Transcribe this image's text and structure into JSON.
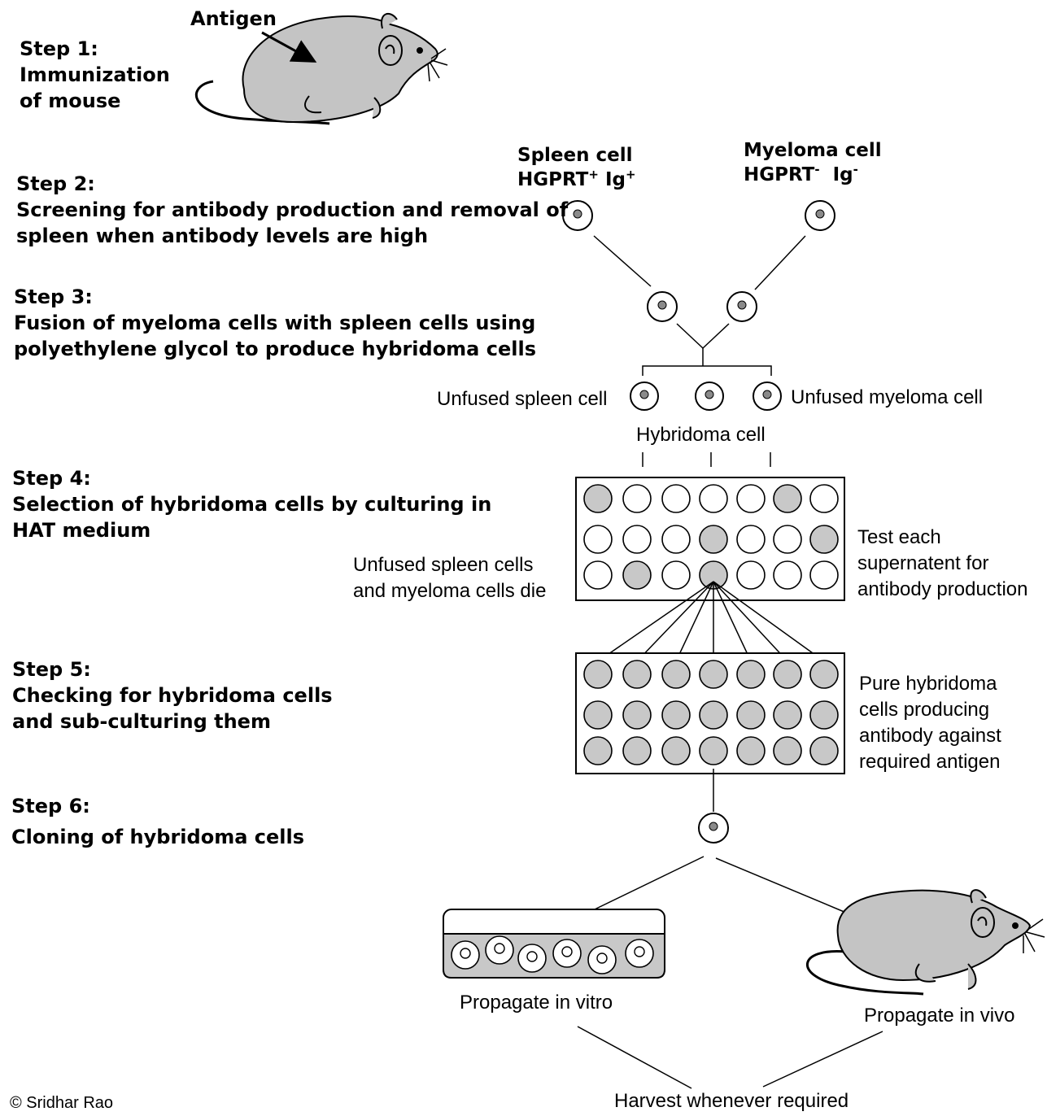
{
  "steps": [
    {
      "title": "Step 1:",
      "lines": [
        "Immunization",
        "of mouse"
      ]
    },
    {
      "title": "Step 2:",
      "lines": [
        "Screening for antibody production and removal of",
        "spleen when antibody levels are high"
      ]
    },
    {
      "title": "Step 3:",
      "lines": [
        "Fusion of myeloma cells with spleen cells using",
        "polyethylene glycol to produce hybridoma cells"
      ]
    },
    {
      "title": "Step 4:",
      "lines": [
        "Selection of hybridoma cells by culturing in",
        "HAT medium"
      ]
    },
    {
      "title": "Step 5:",
      "lines": [
        "Checking for hybridoma cells",
        "and sub-culturing them"
      ]
    },
    {
      "title": "Step 6:",
      "lines": [
        "Cloning of hybridoma cells"
      ]
    }
  ],
  "labels": {
    "antigen": "Antigen",
    "spleen_cell": "Spleen cell",
    "spleen_code": "HGPRT",
    "spleen_code_sup": "+",
    "spleen_ig": "Ig",
    "spleen_ig_sup": "+",
    "myeloma_cell": "Myeloma cell",
    "myeloma_code": "HGPRT",
    "myeloma_code_sup": "-",
    "myeloma_ig": "Ig",
    "myeloma_ig_sup": "-",
    "unfused_spleen": "Unfused spleen cell",
    "unfused_myeloma": "Unfused myeloma cell",
    "hybridoma_cell": "Hybridoma cell",
    "die_line1": "Unfused spleen cells",
    "die_line2": "and myeloma cells die",
    "test_line1": "Test each",
    "test_line2": "supernatent for",
    "test_line3": "antibody production",
    "pure_line1": "Pure hybridoma",
    "pure_line2": "cells producing",
    "pure_line3": "antibody against",
    "pure_line4": "required antigen",
    "in_vitro": "Propagate in vitro",
    "in_vivo": "Propagate in vivo",
    "harvest": "Harvest whenever required",
    "copyright": "© Sridhar Rao"
  },
  "plate1_grey": [
    [
      1,
      0,
      0,
      0,
      0,
      1,
      0
    ],
    [
      0,
      0,
      0,
      1,
      0,
      0,
      1
    ],
    [
      0,
      1,
      0,
      1,
      0,
      0,
      0
    ]
  ],
  "colors": {
    "cell_grey": "#c8c8c8",
    "mouse_grey": "#c4c4c4",
    "nucleus": "#8a8a8a",
    "line": "#000000"
  }
}
